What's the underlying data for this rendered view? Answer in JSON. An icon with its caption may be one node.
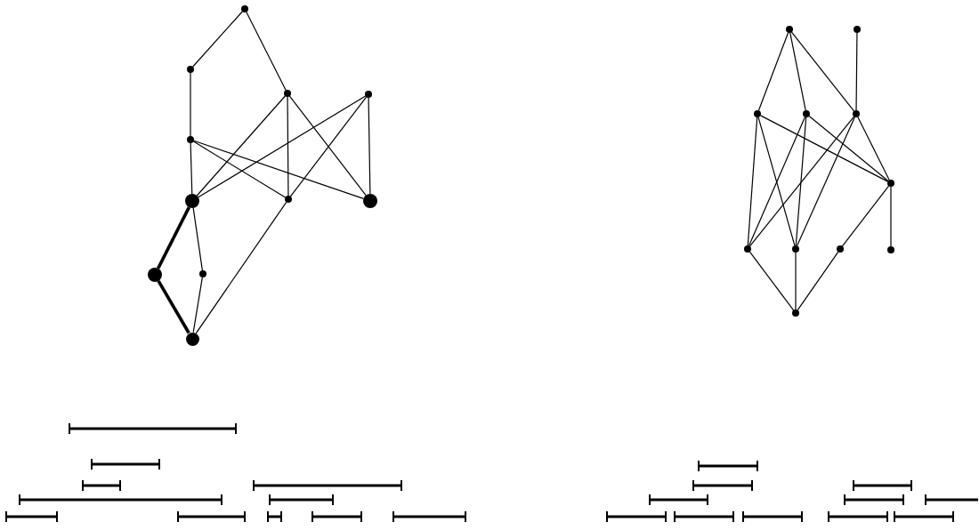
{
  "diagram": {
    "nodes": [
      {
        "text": [],
        "shape": "circle"
      },
      {
        "text": [],
        "shape": "circle"
      },
      {
        "text": [],
        "shape": "circle"
      },
      {
        "text": [],
        "shape": "circle"
      },
      {
        "text": [],
        "shape": "circle"
      },
      {
        "text": [],
        "shape": "circle"
      },
      {
        "text": [],
        "shape": "circle"
      },
      {
        "text": [],
        "shape": "circle"
      },
      {
        "text": [],
        "shape": "circle"
      },
      {
        "text": [],
        "shape": "circle"
      },
      {
        "text": [],
        "shape": "circle"
      },
      {
        "text": [],
        "shape": "circle"
      },
      {
        "text": [],
        "shape": "circle"
      },
      {
        "text": [],
        "shape": "circle"
      },
      {
        "text": [],
        "shape": "circle"
      },
      {
        "text": [],
        "shape": "circle"
      },
      {
        "text": [],
        "shape": "circle"
      },
      {
        "text": [],
        "shape": "circle"
      },
      {
        "text": [],
        "shape": "circle"
      },
      {
        "text": [],
        "shape": "circle"
      },
      {
        "text": [],
        "shape": "circle"
      },
      {
        "text": [],
        "shape": "circle"
      }
    ],
    "edges": [
      {
        "from": 0,
        "to": 1,
        "arrow": "none"
      },
      {
        "from": 0,
        "to": 2,
        "arrow": "none"
      },
      {
        "from": 1,
        "to": 4,
        "arrow": "none"
      },
      {
        "from": 4,
        "to": 5,
        "arrow": "none"
      },
      {
        "from": 4,
        "to": 6,
        "arrow": "none"
      },
      {
        "from": 4,
        "to": 7,
        "arrow": "none"
      },
      {
        "from": 2,
        "to": 5,
        "arrow": "none"
      },
      {
        "from": 2,
        "to": 6,
        "arrow": "none"
      },
      {
        "from": 2,
        "to": 7,
        "arrow": "none"
      },
      {
        "from": 3,
        "to": 5,
        "arrow": "none"
      },
      {
        "from": 3,
        "to": 6,
        "arrow": "none"
      },
      {
        "from": 3,
        "to": 7,
        "arrow": "none"
      },
      {
        "from": 5,
        "to": 8,
        "arrow": "none",
        "style": "thick"
      },
      {
        "from": 5,
        "to": 9,
        "arrow": "none"
      },
      {
        "from": 8,
        "to": 10,
        "arrow": "none",
        "style": "thick"
      },
      {
        "from": 9,
        "to": 10,
        "arrow": "none"
      },
      {
        "from": 6,
        "to": 10,
        "arrow": "none"
      },
      {
        "from": 11,
        "to": 13,
        "arrow": "none"
      },
      {
        "from": 11,
        "to": 14,
        "arrow": "none"
      },
      {
        "from": 11,
        "to": 15,
        "arrow": "none"
      },
      {
        "from": 12,
        "to": 15,
        "arrow": "none"
      },
      {
        "from": 13,
        "to": 17,
        "arrow": "none"
      },
      {
        "from": 13,
        "to": 18,
        "arrow": "none"
      },
      {
        "from": 13,
        "to": 16,
        "arrow": "none"
      },
      {
        "from": 14,
        "to": 17,
        "arrow": "none"
      },
      {
        "from": 14,
        "to": 18,
        "arrow": "none"
      },
      {
        "from": 14,
        "to": 16,
        "arrow": "none"
      },
      {
        "from": 15,
        "to": 17,
        "arrow": "none"
      },
      {
        "from": 15,
        "to": 18,
        "arrow": "none"
      },
      {
        "from": 15,
        "to": 16,
        "arrow": "none"
      },
      {
        "from": 16,
        "to": 19,
        "arrow": "none"
      },
      {
        "from": 16,
        "to": 20,
        "arrow": "none"
      },
      {
        "from": 17,
        "to": 21,
        "arrow": "none"
      },
      {
        "from": 18,
        "to": 21,
        "arrow": "none"
      },
      {
        "from": 19,
        "to": 21,
        "arrow": "none"
      }
    ]
  }
}
